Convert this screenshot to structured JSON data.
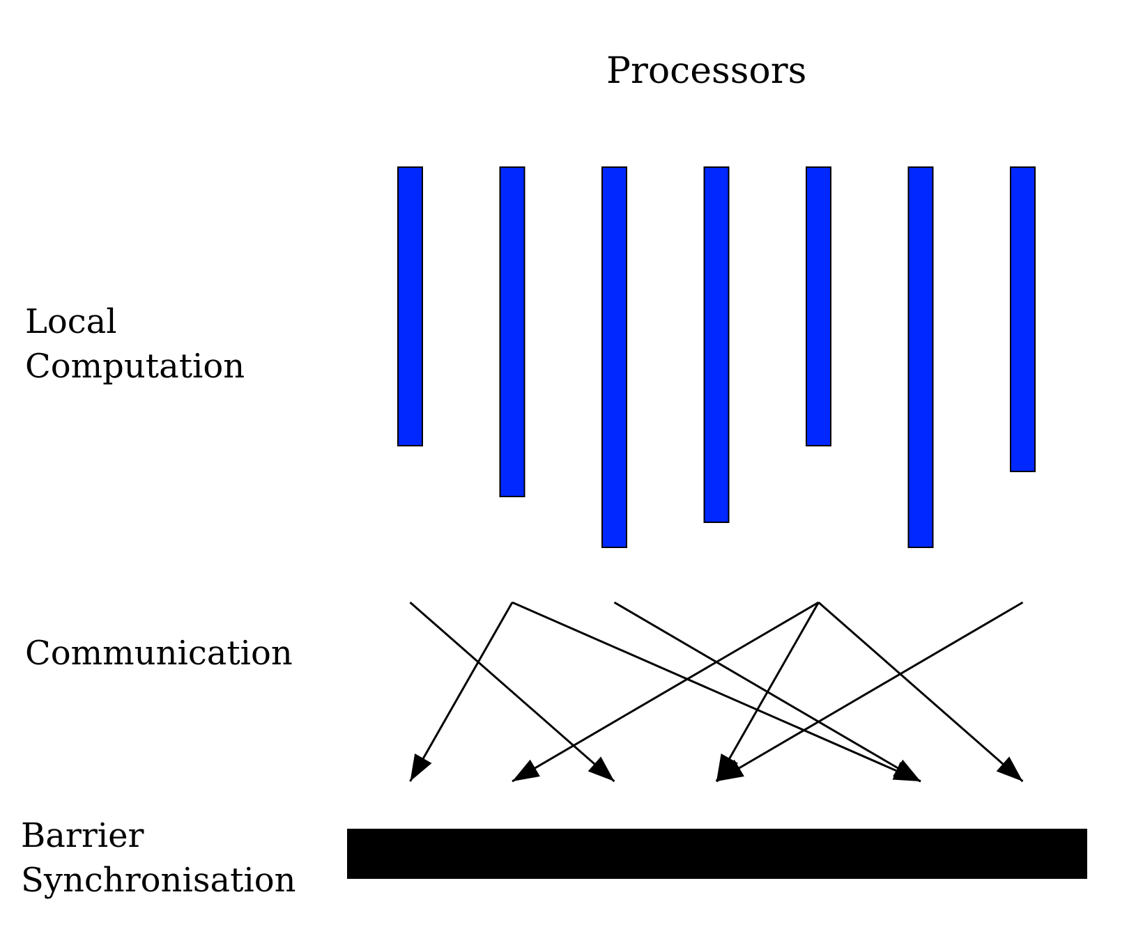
{
  "title": "Processors",
  "labels": {
    "local_line1": "Local",
    "local_line2": "Computation",
    "communication": "Communication",
    "barrier_line1": "Barrier",
    "barrier_line2": "Synchronisation"
  },
  "colors": {
    "processor_bar": "#0028ff",
    "barrier": "#000000",
    "arrow": "#000000"
  },
  "processors": [
    {
      "id": 1,
      "computation_length": 400
    },
    {
      "id": 2,
      "computation_length": 473
    },
    {
      "id": 3,
      "computation_length": 546
    },
    {
      "id": 4,
      "computation_length": 510
    },
    {
      "id": 5,
      "computation_length": 400
    },
    {
      "id": 6,
      "computation_length": 546
    },
    {
      "id": 7,
      "computation_length": 437
    }
  ],
  "messages": [
    {
      "from": 1,
      "to": 3
    },
    {
      "from": 2,
      "to": 1
    },
    {
      "from": 2,
      "to": 6
    },
    {
      "from": 3,
      "to": 6
    },
    {
      "from": 5,
      "to": 2
    },
    {
      "from": 5,
      "to": 4
    },
    {
      "from": 5,
      "to": 7
    },
    {
      "from": 7,
      "to": 4
    }
  ]
}
